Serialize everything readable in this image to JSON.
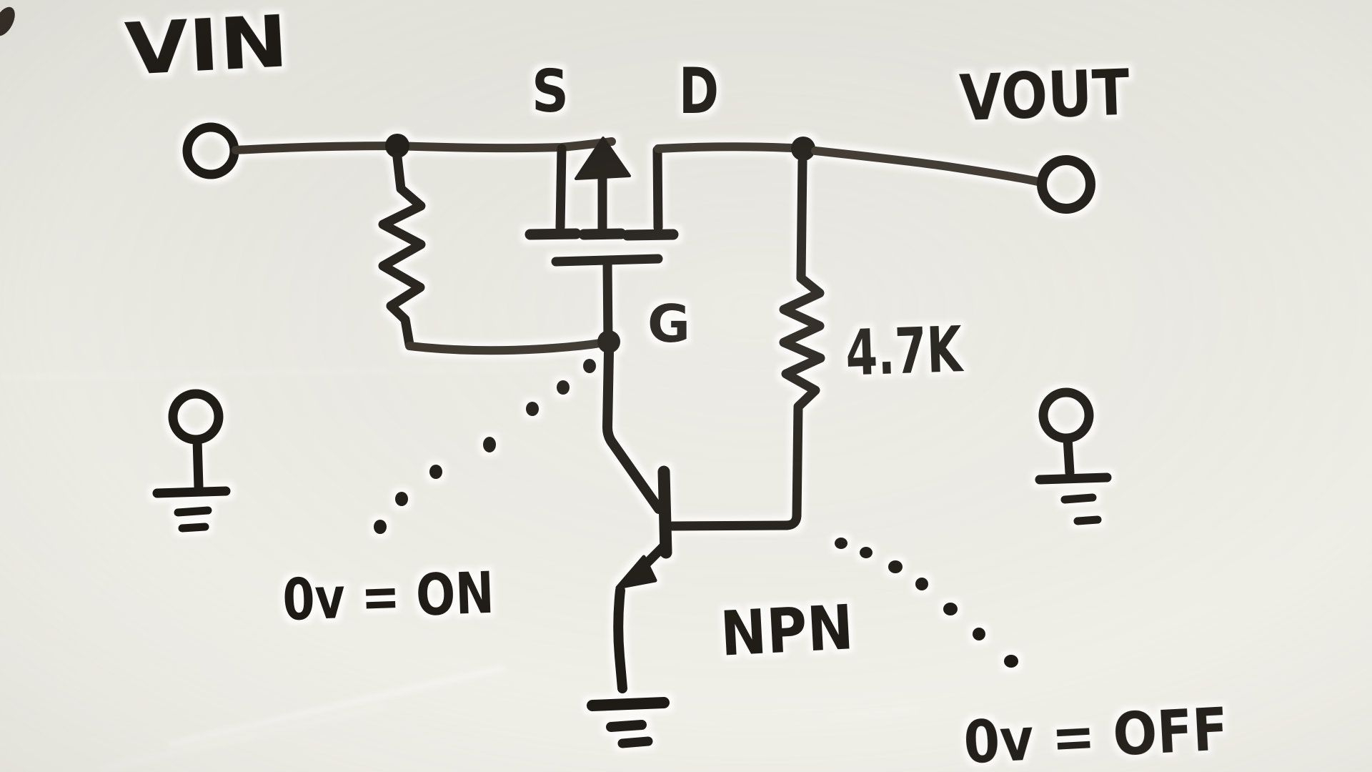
{
  "board": {
    "surface_color": "#eae9e2",
    "ink_color": "#1e1a15"
  },
  "labels": {
    "vin": "VIN",
    "vout": "VOUT",
    "source_pin": "S",
    "drain_pin": "D",
    "gate_pin": "G",
    "resistor_value": "4.7K",
    "transistor_type": "NPN",
    "note_on": "0v = ON",
    "note_off": "0v = OFF"
  },
  "components": [
    {
      "name": "vin-terminal",
      "label": "VIN"
    },
    {
      "name": "vout-terminal",
      "label": "VOUT"
    },
    {
      "name": "p-mosfet-symbol",
      "pin_labels": [
        "S",
        "D",
        "G"
      ]
    },
    {
      "name": "gate-pullup-resistor"
    },
    {
      "name": "feedback-resistor",
      "value": "4.7K"
    },
    {
      "name": "npn-transistor-symbol",
      "label": "NPN"
    },
    {
      "name": "ground-symbol",
      "count": 3
    },
    {
      "name": "annotation",
      "text": "0v = ON"
    },
    {
      "name": "annotation",
      "text": "0v = OFF"
    }
  ]
}
